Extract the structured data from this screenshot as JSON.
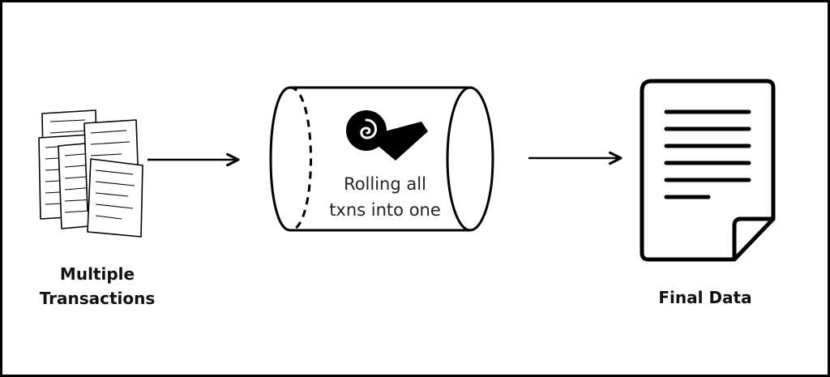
{
  "nodes": {
    "source": {
      "label_line1": "Multiple",
      "label_line2": "Transactions"
    },
    "process": {
      "text_line1": "Rolling all",
      "text_line2": "txns into one"
    },
    "result": {
      "label": "Final Data"
    }
  },
  "edges": [
    {
      "from": "source",
      "to": "process"
    },
    {
      "from": "process",
      "to": "result"
    }
  ],
  "icons": {
    "source": "stacked-papers-icon",
    "process": "paper-roll-icon",
    "result": "document-icon"
  },
  "colors": {
    "stroke": "#000000",
    "background": "#ffffff"
  }
}
